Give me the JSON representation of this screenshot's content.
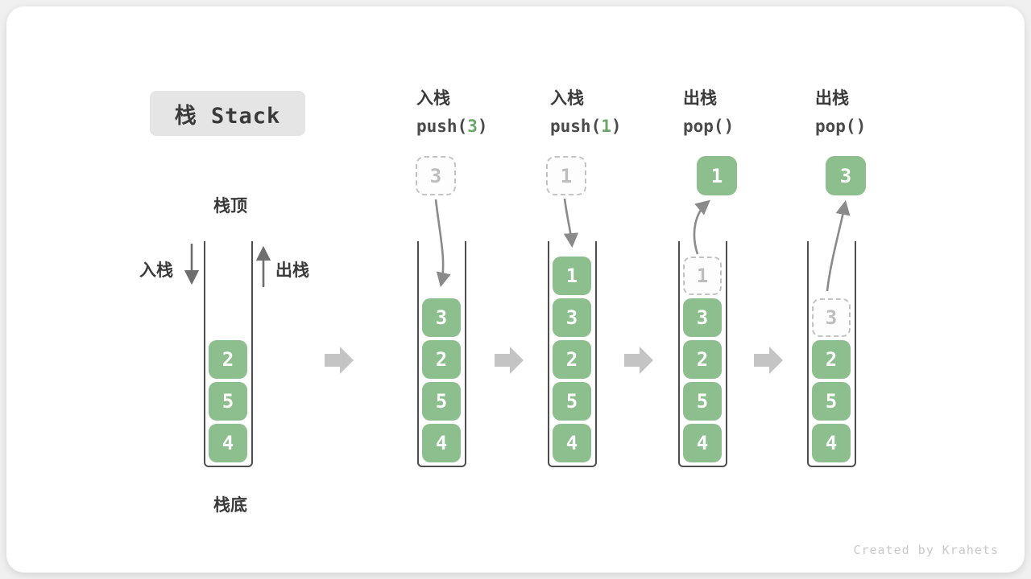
{
  "title": {
    "label": "栈 Stack"
  },
  "legend": {
    "stack_top": "栈顶",
    "stack_bottom": "栈底",
    "push_arrow_label": "入栈",
    "pop_arrow_label": "出栈"
  },
  "columns": [
    {
      "id": "initial",
      "cells": [
        {
          "value": "2",
          "style": "solid"
        },
        {
          "value": "5",
          "style": "solid"
        },
        {
          "value": "4",
          "style": "solid"
        }
      ]
    },
    {
      "id": "push-3",
      "op": {
        "label": "入栈",
        "code_pre": "push(",
        "code_arg": "3",
        "code_post": ")"
      },
      "floating": {
        "value": "3",
        "style": "dashed"
      },
      "flow_arrow": "down",
      "cells": [
        {
          "value": "3",
          "style": "solid"
        },
        {
          "value": "2",
          "style": "solid"
        },
        {
          "value": "5",
          "style": "solid"
        },
        {
          "value": "4",
          "style": "solid"
        }
      ]
    },
    {
      "id": "push-1",
      "op": {
        "label": "入栈",
        "code_pre": "push(",
        "code_arg": "1",
        "code_post": ")"
      },
      "floating": {
        "value": "1",
        "style": "dashed"
      },
      "flow_arrow": "down",
      "cells": [
        {
          "value": "1",
          "style": "solid"
        },
        {
          "value": "3",
          "style": "solid"
        },
        {
          "value": "2",
          "style": "solid"
        },
        {
          "value": "5",
          "style": "solid"
        },
        {
          "value": "4",
          "style": "solid"
        }
      ]
    },
    {
      "id": "pop-1",
      "op": {
        "label": "出栈",
        "code_pre": "pop(",
        "code_arg": "",
        "code_post": ")"
      },
      "floating": {
        "value": "1",
        "style": "solid"
      },
      "flow_arrow": "up",
      "cells": [
        {
          "value": "1",
          "style": "dashed"
        },
        {
          "value": "3",
          "style": "solid"
        },
        {
          "value": "2",
          "style": "solid"
        },
        {
          "value": "5",
          "style": "solid"
        },
        {
          "value": "4",
          "style": "solid"
        }
      ]
    },
    {
      "id": "pop-3",
      "op": {
        "label": "出栈",
        "code_pre": "pop(",
        "code_arg": "",
        "code_post": ")"
      },
      "floating": {
        "value": "3",
        "style": "solid"
      },
      "flow_arrow": "up",
      "cells": [
        {
          "value": "3",
          "style": "dashed"
        },
        {
          "value": "2",
          "style": "solid"
        },
        {
          "value": "5",
          "style": "solid"
        },
        {
          "value": "4",
          "style": "solid"
        }
      ]
    }
  ],
  "watermark": "Created by Krahets",
  "colors": {
    "cell_green": "#8cbf8d",
    "code_arg_green": "#6aa86a",
    "flow_arrow_gray": "#8a8a8a",
    "straight_arrow_gray": "#6e6e6e",
    "step_arrow_gray": "#c4c4c4",
    "dashed_border_gray": "#c3c3c3",
    "label_dark": "#3a3a3a",
    "title_bg": "#e5e5e5",
    "watermark_gray": "#c9c9c9"
  }
}
